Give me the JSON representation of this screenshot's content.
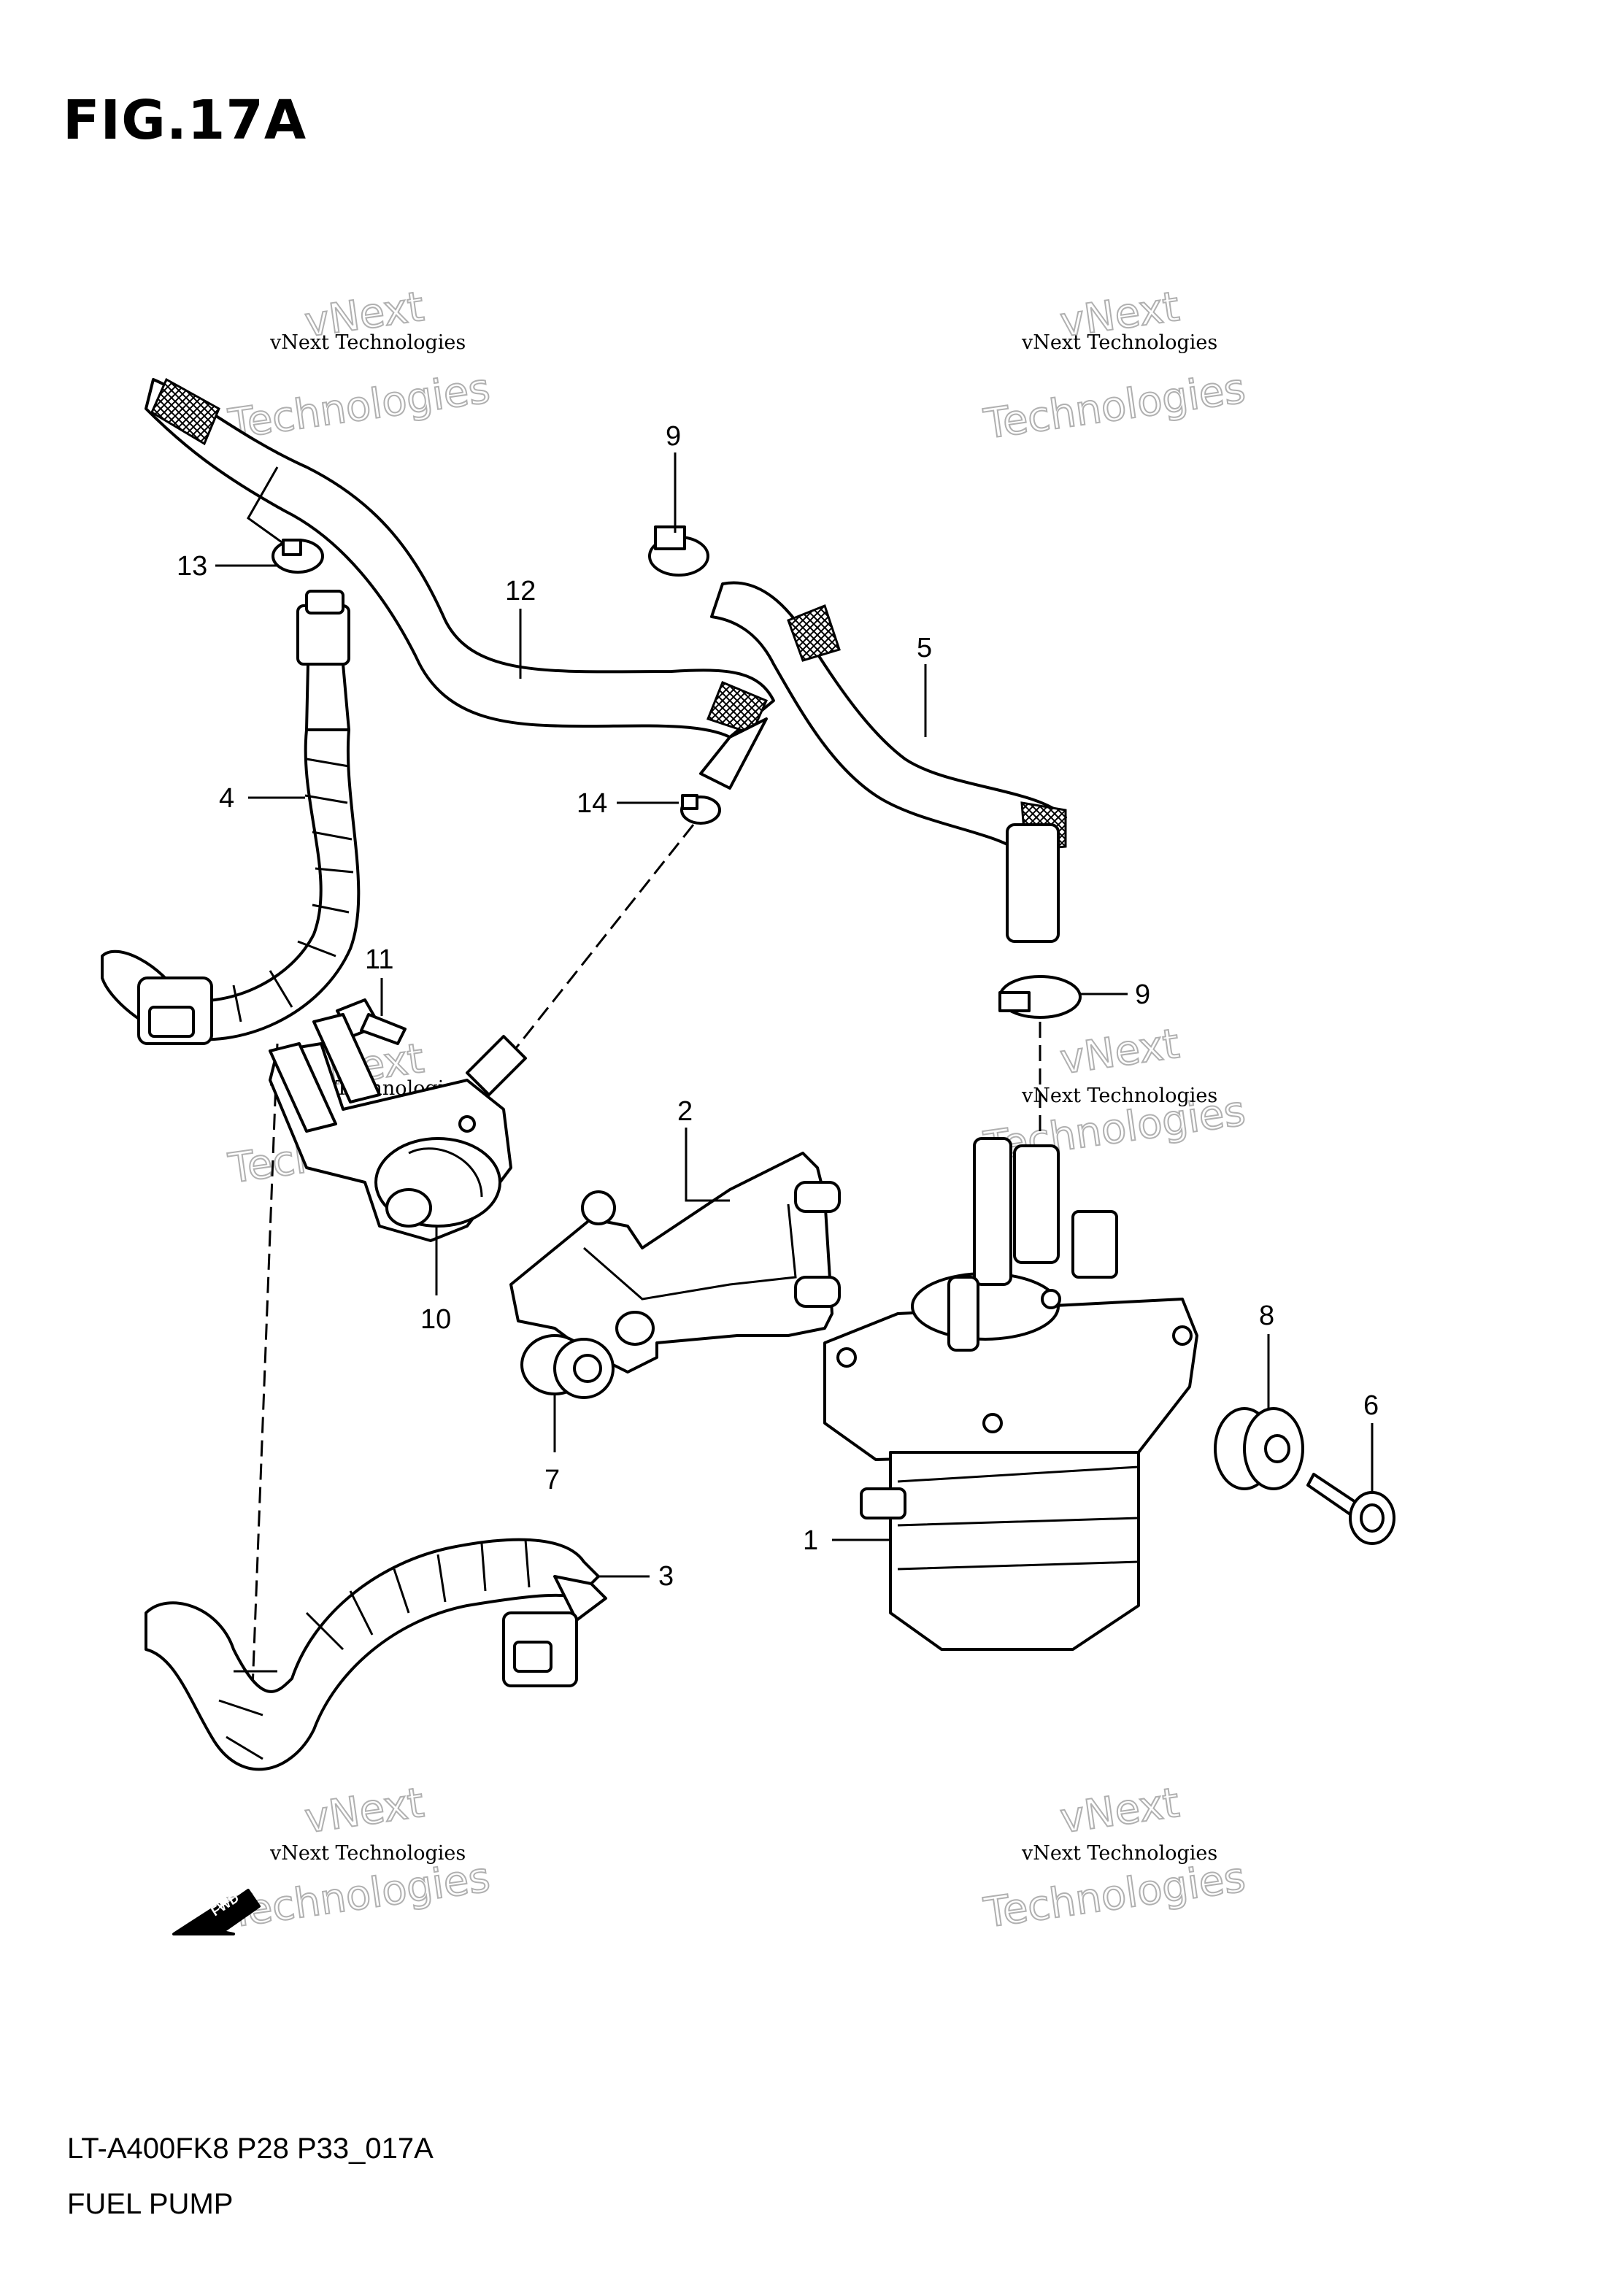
{
  "figure": {
    "title": "FIG.17A",
    "model_code": "LT-A400FK8 P28 P33_017A",
    "part_group": "FUEL PUMP",
    "fwd_label": "FWD"
  },
  "watermark": {
    "line1": "vNext Technologies",
    "line2": "vNext",
    "line3": "Technologies"
  },
  "callouts": [
    "1",
    "2",
    "3",
    "4",
    "5",
    "6",
    "7",
    "8",
    "9",
    "9",
    "10",
    "11",
    "12",
    "13",
    "14"
  ],
  "parts": [
    "fuel-pump-assembly",
    "pump-bracket",
    "hose-lower",
    "hose-left",
    "hose-right",
    "bolt-pump",
    "grommet-left",
    "grommet-right",
    "hose-clamp-upper",
    "hose-clamp-lower",
    "fuel-valve",
    "bolt-valve",
    "hose-upper",
    "clamp-upper-left",
    "clamp-middle"
  ]
}
